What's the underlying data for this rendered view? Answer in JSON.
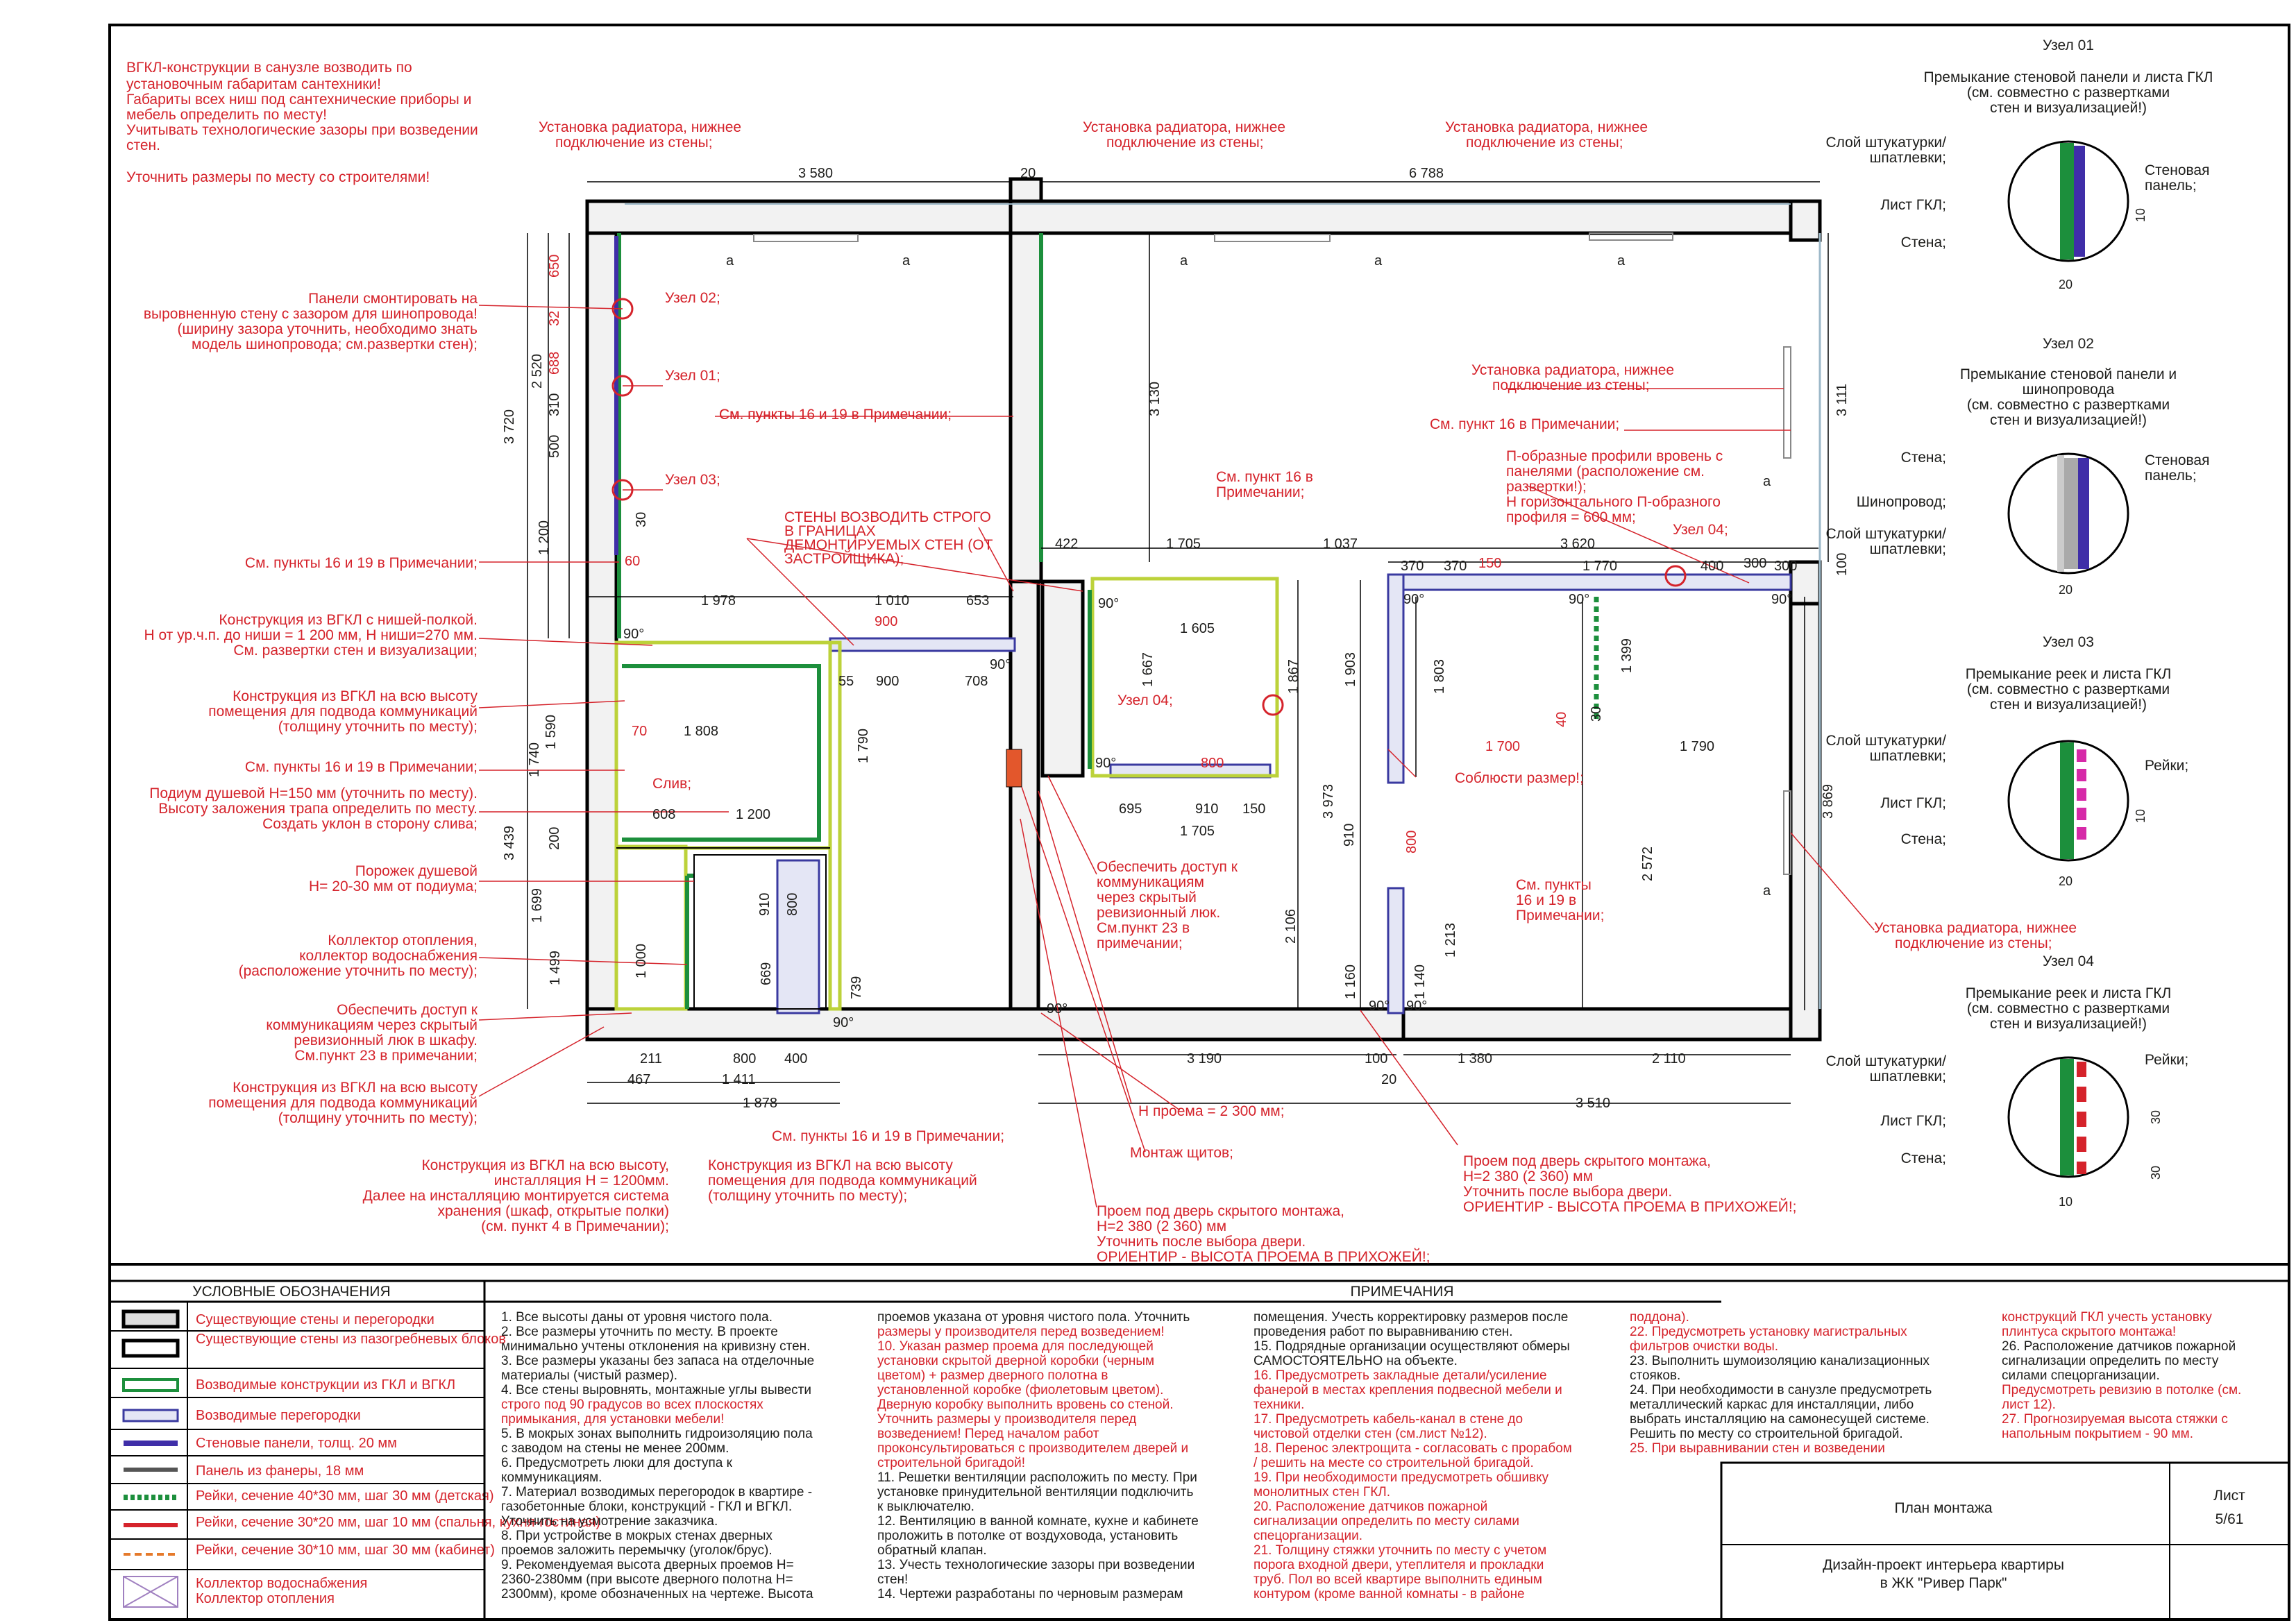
{
  "top_notes": [
    "ВГКЛ-конструкции в санузле возводить по",
    "установочным габаритам сантехники!",
    "Габариты всех ниш под сантехнические приборы и",
    "мебель определить по месту!",
    "Учитывать технологические зазоры при возведении",
    "стен.",
    "",
    "Уточнить размеры по месту со строителями!"
  ],
  "radiator_label": [
    "Установка радиатора, нижнее",
    "подключение  из стены;"
  ],
  "callouts": {
    "panels": [
      "Панели смонтировать на",
      "выровненную стену с зазором для шинопровода!",
      "(ширину зазора уточнить, необходимо знать",
      "модель шинопровода; см.развертки стен);"
    ],
    "uzel02": "Узел 02;",
    "uzel01": "Узел 01;",
    "uzel03": "Узел 03;",
    "uzel04a": "Узел 04;",
    "uzel04b": "Узел 04;",
    "see16_19": "См. пункты 16 и 19 в Примечании;",
    "see16": "См. пункт 16 в Примечании;",
    "see16_19b": [
      "См. пункты",
      "16 и 19 в",
      "Примечании;"
    ],
    "see16_19c": "См. пункты 16 и 19 в Примечании;",
    "see16_19d": "См. пункты 16 и 19 в Примечании;",
    "see16_19e": "См. пункты 16 и 19 в Примечании;",
    "see16_label": [
      "См. пункт 16 в",
      "Примечании;"
    ],
    "walls_strict": [
      "СТЕНЫ ВОЗВОДИТЬ СТРОГО",
      "В ГРАНИЦАХ",
      "ДЕМОНТИРУЕМЫХ СТЕН (ОТ",
      "ЗАСТРОЙЩИКА);"
    ],
    "niche": [
      "Конструкция из ВГКЛ с нишей-полкой.",
      "Н от ур.ч.п. до ниши = 1 200 мм, Н ниши=270 мм.",
      "См. развертки стен и визуализации;"
    ],
    "full_height1": [
      "Конструкция из ВГКЛ на всю высоту",
      "помещения для подвода коммуникаций",
      "(толщину уточнить по месту);"
    ],
    "drain": "Слив;",
    "podium": [
      "Подиум душевой Н=150 мм (уточнить по месту).",
      "Высоту заложения трапа определить по месту.",
      "Создать уклон в сторону слива;"
    ],
    "threshold": [
      "Порожек душевой",
      "Н= 20-30 мм от подиума;"
    ],
    "collector": [
      "Коллектор отопления,",
      "коллектор водоснабжения",
      "(расположение уточнить по месту);"
    ],
    "access": [
      "Обеспечить доступ к",
      "коммуникациям через скрытый",
      "ревизионный люк в шкафу.",
      "См.пункт 23 в примечании;"
    ],
    "full_height2": [
      "Конструкция из ВГКЛ на всю высоту",
      "помещения для подвода коммуникаций",
      "(толщину уточнить по месту);"
    ],
    "install1200": [
      "Конструкция из ВГКЛ на всю высоту,",
      "инсталляция Н = 1200мм.",
      "Далее на инсталляцию монтируется система",
      "хранения (шкаф, открытые полки)",
      "(см. пункт 4 в Примечании);"
    ],
    "full_height3": [
      "Конструкция из ВГКЛ на всю высоту",
      "помещения для подвода коммуникаций",
      "(толщину уточнить по месту);"
    ],
    "hidden_hatch": [
      "Обеспечить доступ к",
      "коммуникациям",
      "через скрытый",
      "ревизионный люк.",
      "См.пункт 23 в",
      "примечании;"
    ],
    "opening_h": "Н проема = 2 300 мм;",
    "panels_mount": "Монтаж щитов;",
    "door1": [
      "Проем под дверь скрытого монтажа,",
      "Н=2 380 (2 360) мм",
      "Уточнить после выбора двери.",
      "ОРИЕНТИР - ВЫСОТА ПРОЕМА В ПРИХОЖЕЙ!;"
    ],
    "door2": [
      "Проем под дверь скрытого монтажа,",
      "Н=2 380 (2 360) мм",
      "Уточнить после выбора двери.",
      "ОРИЕНТИР - ВЫСОТА ПРОЕМА В ПРИХОЖЕЙ!;"
    ],
    "profiles": [
      "П-образные профили вровень с",
      "панелями (расположение см.",
      "развертки!);",
      "Н горизонтального П-образного",
      "профиля = 600 мм;"
    ],
    "keep_size": "Соблюсти размер!;",
    "radiator_right": [
      "Установка радиатора, нижнее",
      "подключение  из стены;"
    ]
  },
  "dims": {
    "top_a": "3 580",
    "top_b": "6 788",
    "d20": "20",
    "d3720": "3 720",
    "d2520": "2 520",
    "d650": "650",
    "d688": "688",
    "d32": "32",
    "d310": "310",
    "d500": "500",
    "d1200": "1 200",
    "d3130": "3 130",
    "d3111": "3 111",
    "d1978": "1 978",
    "d1010": "1 010",
    "d653": "653",
    "d900a": "900",
    "d900b": "900",
    "d55": "55",
    "d708": "708",
    "d1808": "1 808",
    "d1590": "1 590",
    "d1740": "1 740",
    "d3439": "3 439",
    "d1790a": "1 790",
    "d608": "608",
    "d1200b": "1 200",
    "d200": "200",
    "d1699": "1 699",
    "d1499": "1 499",
    "d1000": "1 000",
    "d669": "669",
    "d739": "739",
    "d800a": "800",
    "d910a": "910",
    "d211": "211",
    "d800b": "800",
    "d400": "400",
    "d467": "467",
    "d1411": "1 411",
    "d1878": "1 878",
    "d422": "422",
    "d1705a": "1 705",
    "d1037": "1 037",
    "d3620": "3 620",
    "d370a": "370",
    "d370b": "370",
    "d150": "150",
    "d1770": "1 770",
    "d400b": "400",
    "d300a": "300",
    "d300b": "300",
    "d100": "100",
    "d1605": "1 605",
    "d1667": "1 667",
    "d1867": "1 867",
    "d695": "695",
    "d910b": "910",
    "d150b": "150",
    "d1705b": "1 705",
    "d800c": "800",
    "d3973": "3 973",
    "d2106": "2 106",
    "d1903": "1 903",
    "d1803": "1 803",
    "d1399": "1 399",
    "d1700": "1 700",
    "d1790b": "1 790",
    "d2572": "2 572",
    "d910c": "910",
    "d800d": "800",
    "d1160": "1 160",
    "d1140": "1 140",
    "d1213": "1 213",
    "d3869": "3 869",
    "d3190": "3 190",
    "d100b": "100",
    "d1380": "1 380",
    "d2110": "2 110",
    "d3510": "3 510",
    "d20b": "20",
    "d90": "90°",
    "d40": "40",
    "d30": "30",
    "da": "a"
  },
  "nodes": [
    {
      "title": "Узел 01",
      "desc": [
        "Премыкание стеновой панели и листа ГКЛ",
        "(см. совместно с развертками",
        "стен и визуализацией!)"
      ],
      "left": [
        "Слой штукатурки/",
        "шпатлевки;",
        "Лист ГКЛ;",
        "Стена;"
      ],
      "right": [
        "Стеновая",
        "панель;"
      ],
      "d1": "10",
      "d2": "20"
    },
    {
      "title": "Узел 02",
      "desc": [
        "Премыкание стеновой панели и",
        "шинопровода",
        "(см. совместно с развертками",
        "стен и визуализацией!)"
      ],
      "left": [
        "Стена;",
        "Шинопровод;",
        "Слой штукатурки/",
        "шпатлевки;"
      ],
      "right": [
        "Стеновая",
        "панель;"
      ],
      "d1": "20"
    },
    {
      "title": "Узел 03",
      "desc": [
        "Премыкание реек и листа ГКЛ",
        "(см. совместно с развертками",
        "стен и визуализацией!)"
      ],
      "left": [
        "Слой штукатурки/",
        "шпатлевки;",
        "Лист ГКЛ;",
        "Стена;"
      ],
      "right": [
        "Рейки;"
      ],
      "d1": "10",
      "d2": "20"
    },
    {
      "title": "Узел 04",
      "desc": [
        "Премыкание реек и листа ГКЛ",
        "(см. совместно с развертками",
        "стен и визуализацией!)"
      ],
      "left": [
        "Слой штукатурки/",
        "шпатлевки;",
        "Лист ГКЛ;",
        "Стена;"
      ],
      "right": [
        "Рейки;"
      ],
      "d1": "30",
      "d2": "30",
      "d3": "10"
    }
  ],
  "legend": {
    "title": "УСЛОВНЫЕ ОБОЗНАЧЕНИЯ",
    "items": [
      {
        "label": "Существующие стены и перегородки",
        "color": "#d5232b"
      },
      {
        "label": "Существующие стены из пазогребневых блоков",
        "color": "#d5232b"
      },
      {
        "label": "Возводимые конструкции из ГКЛ и ВГКЛ",
        "color": "#d5232b"
      },
      {
        "label": "Возводимые перегородки",
        "color": "#d5232b"
      },
      {
        "label": "Стеновые панели, толщ. 20 мм",
        "color": "#d5232b"
      },
      {
        "label": "Панель из фанеры, 18 мм",
        "color": "#d5232b"
      },
      {
        "label": "Рейки, сечение 40*30 мм, шаг 30 мм (детская)",
        "color": "#d5232b"
      },
      {
        "label": "Рейки, сечение 30*20 мм, шаг 10 мм (спальня, кухня-гостиная)",
        "color": "#d5232b"
      },
      {
        "label": "Рейки, сечение 30*10 мм, шаг 30 мм (кабинет)",
        "color": "#d5232b"
      },
      {
        "label": "Коллектор водоснабжения",
        "color": "#d5232b"
      },
      {
        "label": "Коллектор отопления",
        "color": "#d5232b"
      }
    ]
  },
  "notes_title": "ПРИМЕЧАНИЯ",
  "notes_cols": [
    [
      {
        "t": "1. Все высоты даны от уровня чистого пола.",
        "c": "k"
      },
      {
        "t": "2. Все размеры уточнить по месту. В проекте",
        "c": "k"
      },
      {
        "t": "минимально учтены отклонения на кривизну стен.",
        "c": "k"
      },
      {
        "t": "3. Все размеры указаны без запаса на отделочные",
        "c": "k"
      },
      {
        "t": "материалы (чистый размер).",
        "c": "k"
      },
      {
        "t": "4. Все стены выровнять, монтажные углы вывести",
        "c": "m"
      },
      {
        "t": "строго под 90 градусов во всех плоскостях",
        "c": "r"
      },
      {
        "t": "примыкания, для установки мебели!",
        "c": "r"
      },
      {
        "t": "5. В мокрых зонах выполнить гидроизоляцию пола",
        "c": "k"
      },
      {
        "t": "с заводом на стены не менее 200мм.",
        "c": "k"
      },
      {
        "t": "6. Предусмотреть люки для доступа к",
        "c": "k"
      },
      {
        "t": "коммуникациям.",
        "c": "k"
      },
      {
        "t": "7. Материал возводимых перегородок в квартире -",
        "c": "k"
      },
      {
        "t": "газобетонные блоки, конструкций - ГКЛ и ВГКЛ.",
        "c": "k"
      },
      {
        "t": "Уточнить на усмотрение заказчика.",
        "c": "k"
      },
      {
        "t": "8. При устройстве в мокрых стенах дверных",
        "c": "k"
      },
      {
        "t": "проемов заложить перемычку (уголок/брус).",
        "c": "k"
      },
      {
        "t": "9. Рекомендуемая высота дверных проемов Н=",
        "c": "k"
      },
      {
        "t": "2360-2380мм (при высоте дверного полотна Н=",
        "c": "k"
      },
      {
        "t": "2300мм), кроме обозначенных на чертеже. Высота",
        "c": "k"
      }
    ],
    [
      {
        "t": "проемов указана от уровня чистого пола. Уточнить",
        "c": "m"
      },
      {
        "t": "размеры у производителя перед возведением!",
        "c": "r"
      },
      {
        "t": "10. Указан размер проема для последующей",
        "c": "r"
      },
      {
        "t": "установки скрытой дверной коробки (черным",
        "c": "r"
      },
      {
        "t": "цветом) + размер дверного полотна в",
        "c": "r"
      },
      {
        "t": "установленной коробке (фиолетовым цветом).",
        "c": "r"
      },
      {
        "t": "Дверную коробку выполнить вровень со стеной.",
        "c": "r"
      },
      {
        "t": "Уточнить размеры у производителя перед",
        "c": "r"
      },
      {
        "t": "возведением! Перед началом работ",
        "c": "r"
      },
      {
        "t": "проконсультироваться с производителем дверей и",
        "c": "r"
      },
      {
        "t": "строительной бригадой!",
        "c": "r"
      },
      {
        "t": "11. Решетки вентиляции расположить по месту. При",
        "c": "k"
      },
      {
        "t": "установке принудительной вентиляции подключить",
        "c": "k"
      },
      {
        "t": "к выключателю.",
        "c": "k"
      },
      {
        "t": "12. Вентиляцию в ванной комнате, кухне и кабинете",
        "c": "k"
      },
      {
        "t": "проложить в потолке от воздуховода, установить",
        "c": "k"
      },
      {
        "t": "обратный клапан.",
        "c": "k"
      },
      {
        "t": "13. Учесть технологические зазоры при возведении",
        "c": "k"
      },
      {
        "t": "стен!",
        "c": "k"
      },
      {
        "t": "14. Чертежи разработаны по черновым размерам",
        "c": "k"
      }
    ],
    [
      {
        "t": "помещения. Учесть корректировку размеров после",
        "c": "k"
      },
      {
        "t": "проведения работ по выравниванию стен.",
        "c": "k"
      },
      {
        "t": "15. Подрядные организации осуществляют обмеры",
        "c": "k"
      },
      {
        "t": "САМОСТОЯТЕЛЬНО на объекте.",
        "c": "k"
      },
      {
        "t": "16. Предусмотреть закладные детали/усиление",
        "c": "r"
      },
      {
        "t": "фанерой в местах крепления подвесной мебели и",
        "c": "r"
      },
      {
        "t": "техники.",
        "c": "r"
      },
      {
        "t": "17. Предусмотреть кабель-канал в стене до",
        "c": "r"
      },
      {
        "t": "чистовой отделки стен (см.лист №12).",
        "c": "r"
      },
      {
        "t": "18. Перенос электрощита - согласовать с прорабом",
        "c": "r"
      },
      {
        "t": "/ решить на месте со строительной бригадой.",
        "c": "r"
      },
      {
        "t": "19. При необходимости предусмотреть обшивку",
        "c": "r"
      },
      {
        "t": "монолитных стен ГКЛ.",
        "c": "r"
      },
      {
        "t": "20. Расположение датчиков пожарной",
        "c": "r"
      },
      {
        "t": "сигнализации определить по месту силами",
        "c": "r"
      },
      {
        "t": "спецорганизации.",
        "c": "r"
      },
      {
        "t": "21. Толщину стяжки уточнить по месту с учетом",
        "c": "r"
      },
      {
        "t": "порога входной двери, утеплителя и прокладки",
        "c": "r"
      },
      {
        "t": "труб. Пол во всей квартире выполнить единым",
        "c": "r"
      },
      {
        "t": "контуром (кроме ванной комнаты - в районе",
        "c": "r"
      }
    ],
    [
      {
        "t": "поддона).",
        "c": "r"
      },
      {
        "t": "22. Предусмотреть установку магистральных",
        "c": "r"
      },
      {
        "t": "фильтров очистки воды.",
        "c": "r"
      },
      {
        "t": "23. Выполнить шумоизоляцию канализационных",
        "c": "k"
      },
      {
        "t": "стояков.",
        "c": "k"
      },
      {
        "t": "24. При необходимости в санузле предусмотреть",
        "c": "k"
      },
      {
        "t": "металлический каркас для инсталляции, либо",
        "c": "k"
      },
      {
        "t": "выбрать инсталляцию на самонесущей системе.",
        "c": "k"
      },
      {
        "t": "Решить по месту со строительной бригадой.",
        "c": "k"
      },
      {
        "t": "25. При выравнивании стен и возведении",
        "c": "r"
      }
    ],
    [
      {
        "t": "конструкций ГКЛ учесть установку",
        "c": "r"
      },
      {
        "t": "плинтуса скрытого монтажа!",
        "c": "r"
      },
      {
        "t": "26. Расположение датчиков пожарной",
        "c": "k"
      },
      {
        "t": "сигнализации определить по месту",
        "c": "k"
      },
      {
        "t": "силами спецорганизации.",
        "c": "k"
      },
      {
        "t": "Предусмотреть ревизию в потолке (см.",
        "c": "r"
      },
      {
        "t": "лист 12).",
        "c": "r"
      },
      {
        "t": "27. Прогнозируемая высота стяжки с",
        "c": "r"
      },
      {
        "t": "напольным покрытием - 90 мм.",
        "c": "r"
      }
    ]
  ],
  "title_block": {
    "sheet_name": "План монтажа",
    "sheet_label": "Лист",
    "sheet_no": "5/61",
    "project": "Дизайн-проект интерьера квартиры",
    "project2": "в ЖК \"Ривер Парк\""
  }
}
